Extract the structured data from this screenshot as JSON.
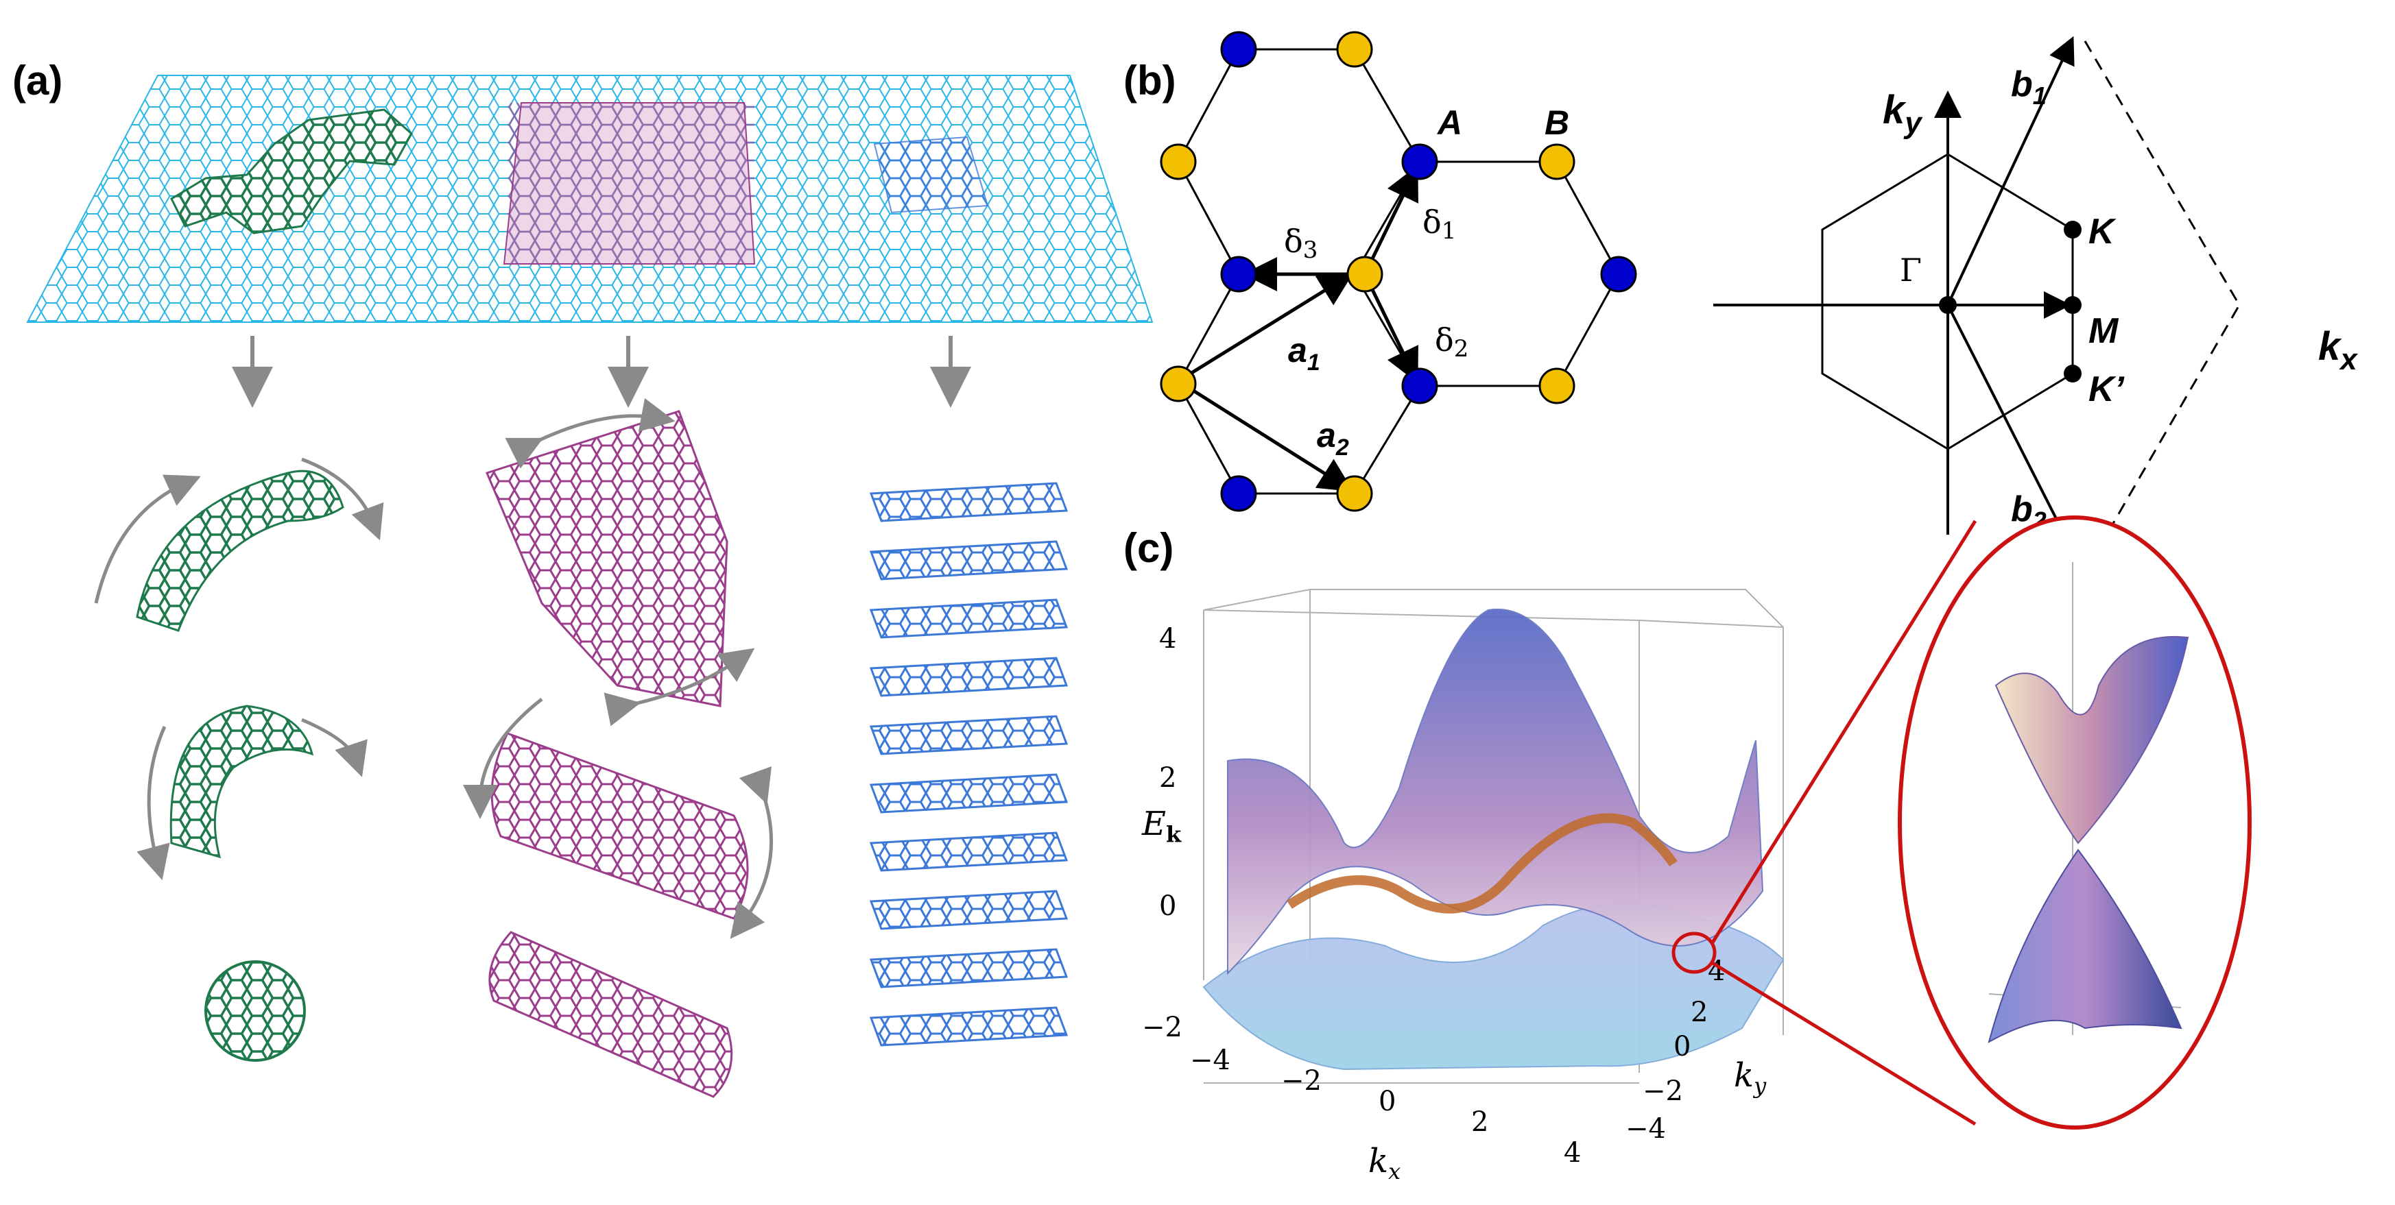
{
  "panels": {
    "a": {
      "label": "(a)"
    },
    "b": {
      "label": "(b)",
      "site_labels": {
        "A": "A",
        "B": "B"
      },
      "lattice_vectors": {
        "a1": "a",
        "a1_sub": "1",
        "a2": "a",
        "a2_sub": "2"
      },
      "nn_vectors": {
        "d1": "δ",
        "d1_sub": "1",
        "d2": "δ",
        "d2_sub": "2",
        "d3": "δ",
        "d3_sub": "3"
      },
      "brillouin_zone": {
        "kx": "k",
        "kx_sub": "x",
        "ky": "k",
        "ky_sub": "y",
        "b1": "b",
        "b1_sub": "1",
        "b2": "b",
        "b2_sub": "2",
        "gamma": "Γ",
        "K": "K",
        "M": "M",
        "Kprime": "K’"
      },
      "colors": {
        "site_A": "#0000cc",
        "site_B": "#f2c000"
      }
    },
    "c": {
      "label": "(c)",
      "z_label": "E",
      "z_label_sub": "k",
      "z_ticks": [
        "4",
        "2",
        "0",
        "−2"
      ],
      "x_label": "k",
      "x_label_sub": "x",
      "x_ticks": [
        "−4",
        "−2",
        "0",
        "2",
        "4"
      ],
      "y_label": "k",
      "y_label_sub": "y",
      "y_ticks": [
        "4",
        "2",
        "0",
        "−2",
        "−4"
      ],
      "colors": {
        "zoom": "#cc1111",
        "upper_band": "#5a6cc8",
        "lower_band": "#9fd2e8",
        "ridge": "#c06a28"
      }
    }
  }
}
